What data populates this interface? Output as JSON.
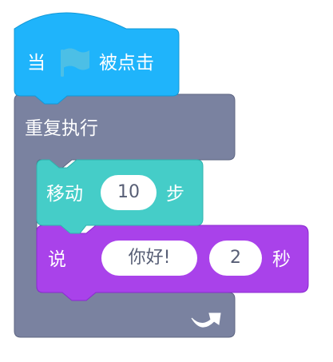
{
  "hat": {
    "prefix": "当",
    "suffix": "被点击",
    "icon": "green-flag-icon",
    "color": "#1fb4fb",
    "flag_color": "#4cbfe6"
  },
  "forever": {
    "label": "重复执行",
    "icon": "loop-arrow-icon",
    "color": "#7a82a0"
  },
  "move": {
    "prefix": "移动",
    "steps": "10",
    "suffix": "步",
    "color": "#45cdc8"
  },
  "say": {
    "prefix": "说",
    "message": "你好!",
    "seconds": "2",
    "suffix": "秒",
    "color": "#a942ea"
  }
}
